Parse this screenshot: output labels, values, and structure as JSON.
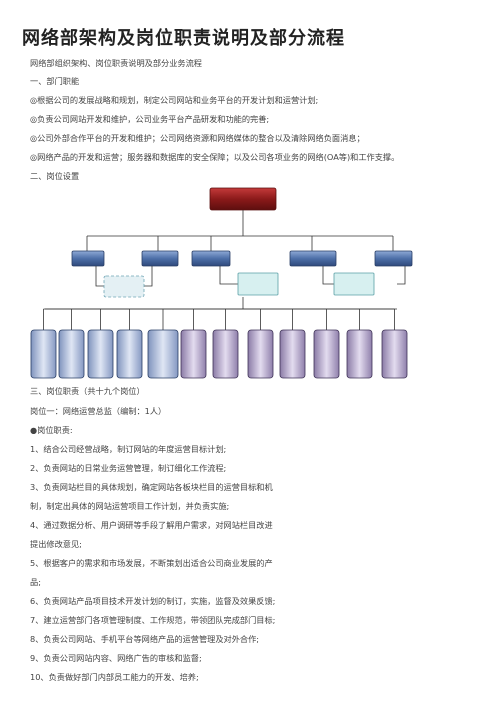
{
  "title": "网络部架构及岗位职责说明及部分流程",
  "subtitle": "网络部组织架构、岗位职责说明及部分业务流程",
  "section1": {
    "heading": "一、部门职能",
    "items": [
      "◎根据公司的发展战略和规划，制定公司网站和业务平台的开发计划和运营计划;",
      "◎负责公司网站开发和维护，公司业务平台产品研发和功能的完善;",
      "◎公司外部合作平台的开发和维护；公司网络资源和网络媒体的整合以及清除网络负面消息；",
      "◎网络产品的开发和运营；服务器和数据库的安全保障；以及公司各项业务的网络(OA等)和工作支撑。"
    ]
  },
  "section2": {
    "heading": "二、岗位设置"
  },
  "section3": {
    "heading": "三、岗位职责（共十九个岗位）",
    "position1": "岗位一：网络运营总监（编制：1人）",
    "duties_label": "●岗位职责:",
    "duties": [
      "1、结合公司经营战略，制订网站的年度运营目标计划;",
      "2、负责网站的日常业务运营管理，制订细化工作流程;",
      "3、负责网站栏目的具体规划，确定网站各板块栏目的运营目标和机",
      "制，制定出具体的网站运营项目工作计划，并负责实施;",
      "4、通过数据分析、用户调研等手段了解用户需求，对网站栏目改进",
      "提出修改意见;",
      "5、根据客户的需求和市场发展，不断策划出适合公司商业发展的产",
      "品;",
      "6、负责网站产品项目技术开发计划的制订，实施，监督及效果反馈;",
      "7、建立运营部门各项管理制度、工作规范，带领团队完成部门目标;",
      "8、负责公司网站、手机平台等网络产品的运营管理及对外合作;",
      "9、负责公司网站内容、网络广告的审核和监督;",
      "10、负责做好部门内部员工能力的开发、培养;"
    ]
  },
  "colors": {
    "top_box": "#8b1a1a",
    "mid_box": "#4d6fa8",
    "leaf_blue": "#9fb2d6",
    "leaf_purple": "#a99bbf",
    "cyan_box": "#d7f0f0"
  }
}
